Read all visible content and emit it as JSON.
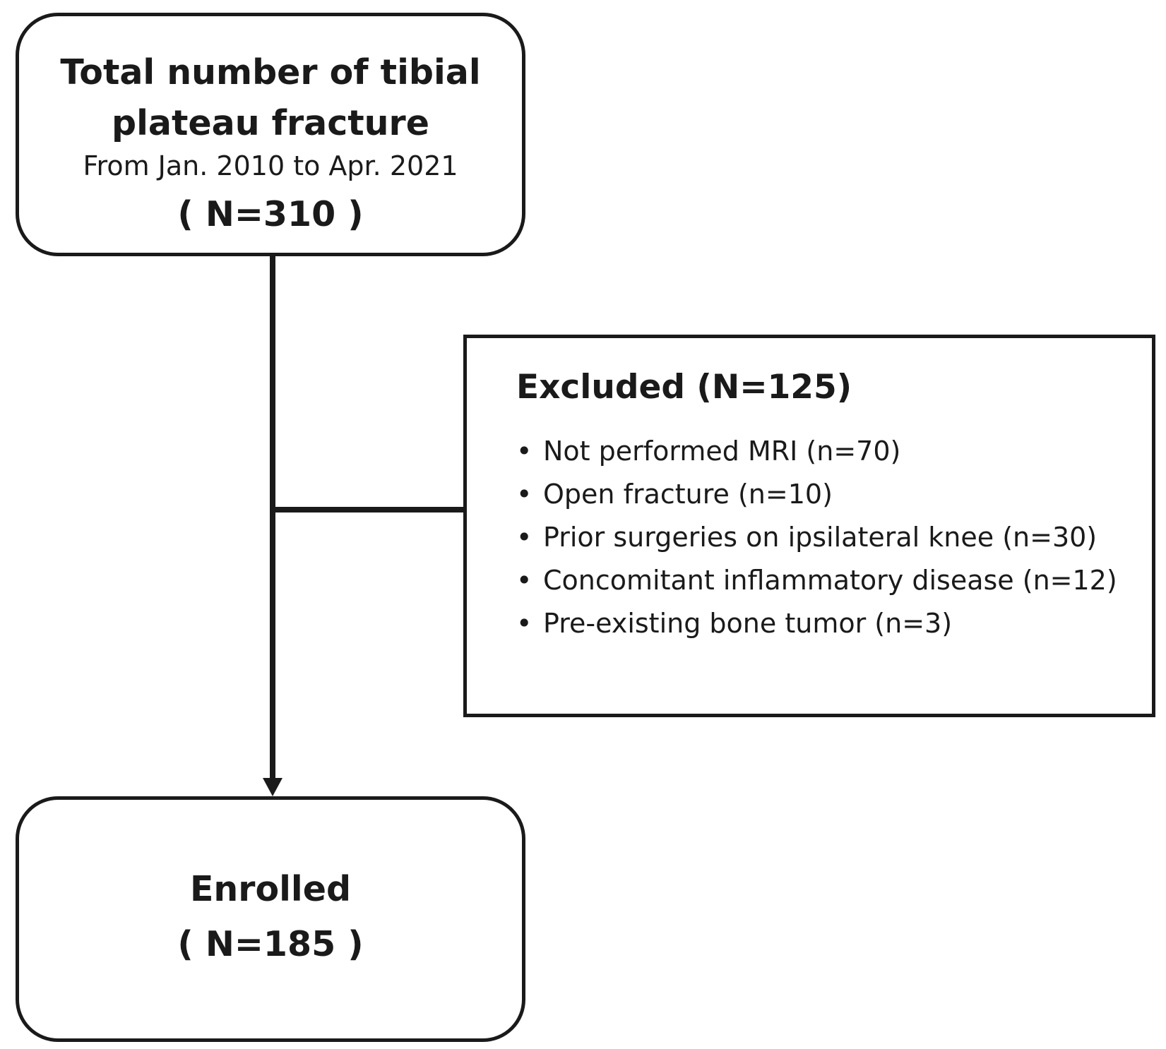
{
  "nodes": {
    "total": {
      "title": "Total  number of tibial plateau fracture",
      "subtitle": "From Jan. 2010 to Apr. 2021",
      "count": "( N=310 )"
    },
    "excluded": {
      "title": "Excluded (N=125)",
      "bullet_symbol": "•",
      "items": [
        "Not performed  MRI (n=70)",
        "Open fracture (n=10)",
        "Prior surgeries on ipsilateral knee (n=30)",
        "Concomitant inflammatory disease (n=12)",
        "Pre-existing bone tumor  (n=3)"
      ]
    },
    "enrolled": {
      "title": "Enrolled",
      "count": "( N=185 )"
    }
  },
  "edges": [
    {
      "from": "total",
      "to": "enrolled",
      "style": "arrow"
    },
    {
      "from": "main-line",
      "to": "excluded",
      "style": "line"
    }
  ],
  "colors": {
    "stroke": "#1a1a1a",
    "background": "#ffffff"
  }
}
